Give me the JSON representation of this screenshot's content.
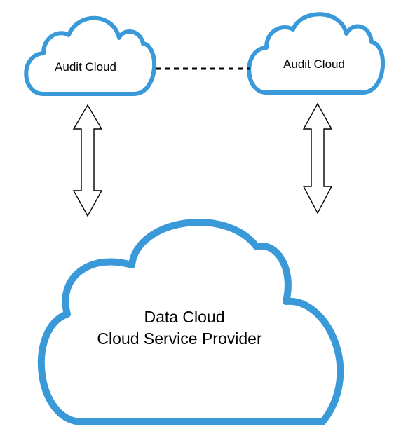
{
  "colors": {
    "cloud_stroke": "#3a9ad9",
    "arrow_stroke": "#000000",
    "link_stroke": "#000000",
    "background": "#ffffff"
  },
  "audit_cloud_left": {
    "label": "Audit Cloud"
  },
  "audit_cloud_right": {
    "label": "Audit Cloud"
  },
  "data_cloud": {
    "line1": "Data Cloud",
    "line2": "Cloud Service Provider"
  },
  "link": {
    "style": "dashed"
  },
  "arrows": {
    "style": "double-headed"
  }
}
